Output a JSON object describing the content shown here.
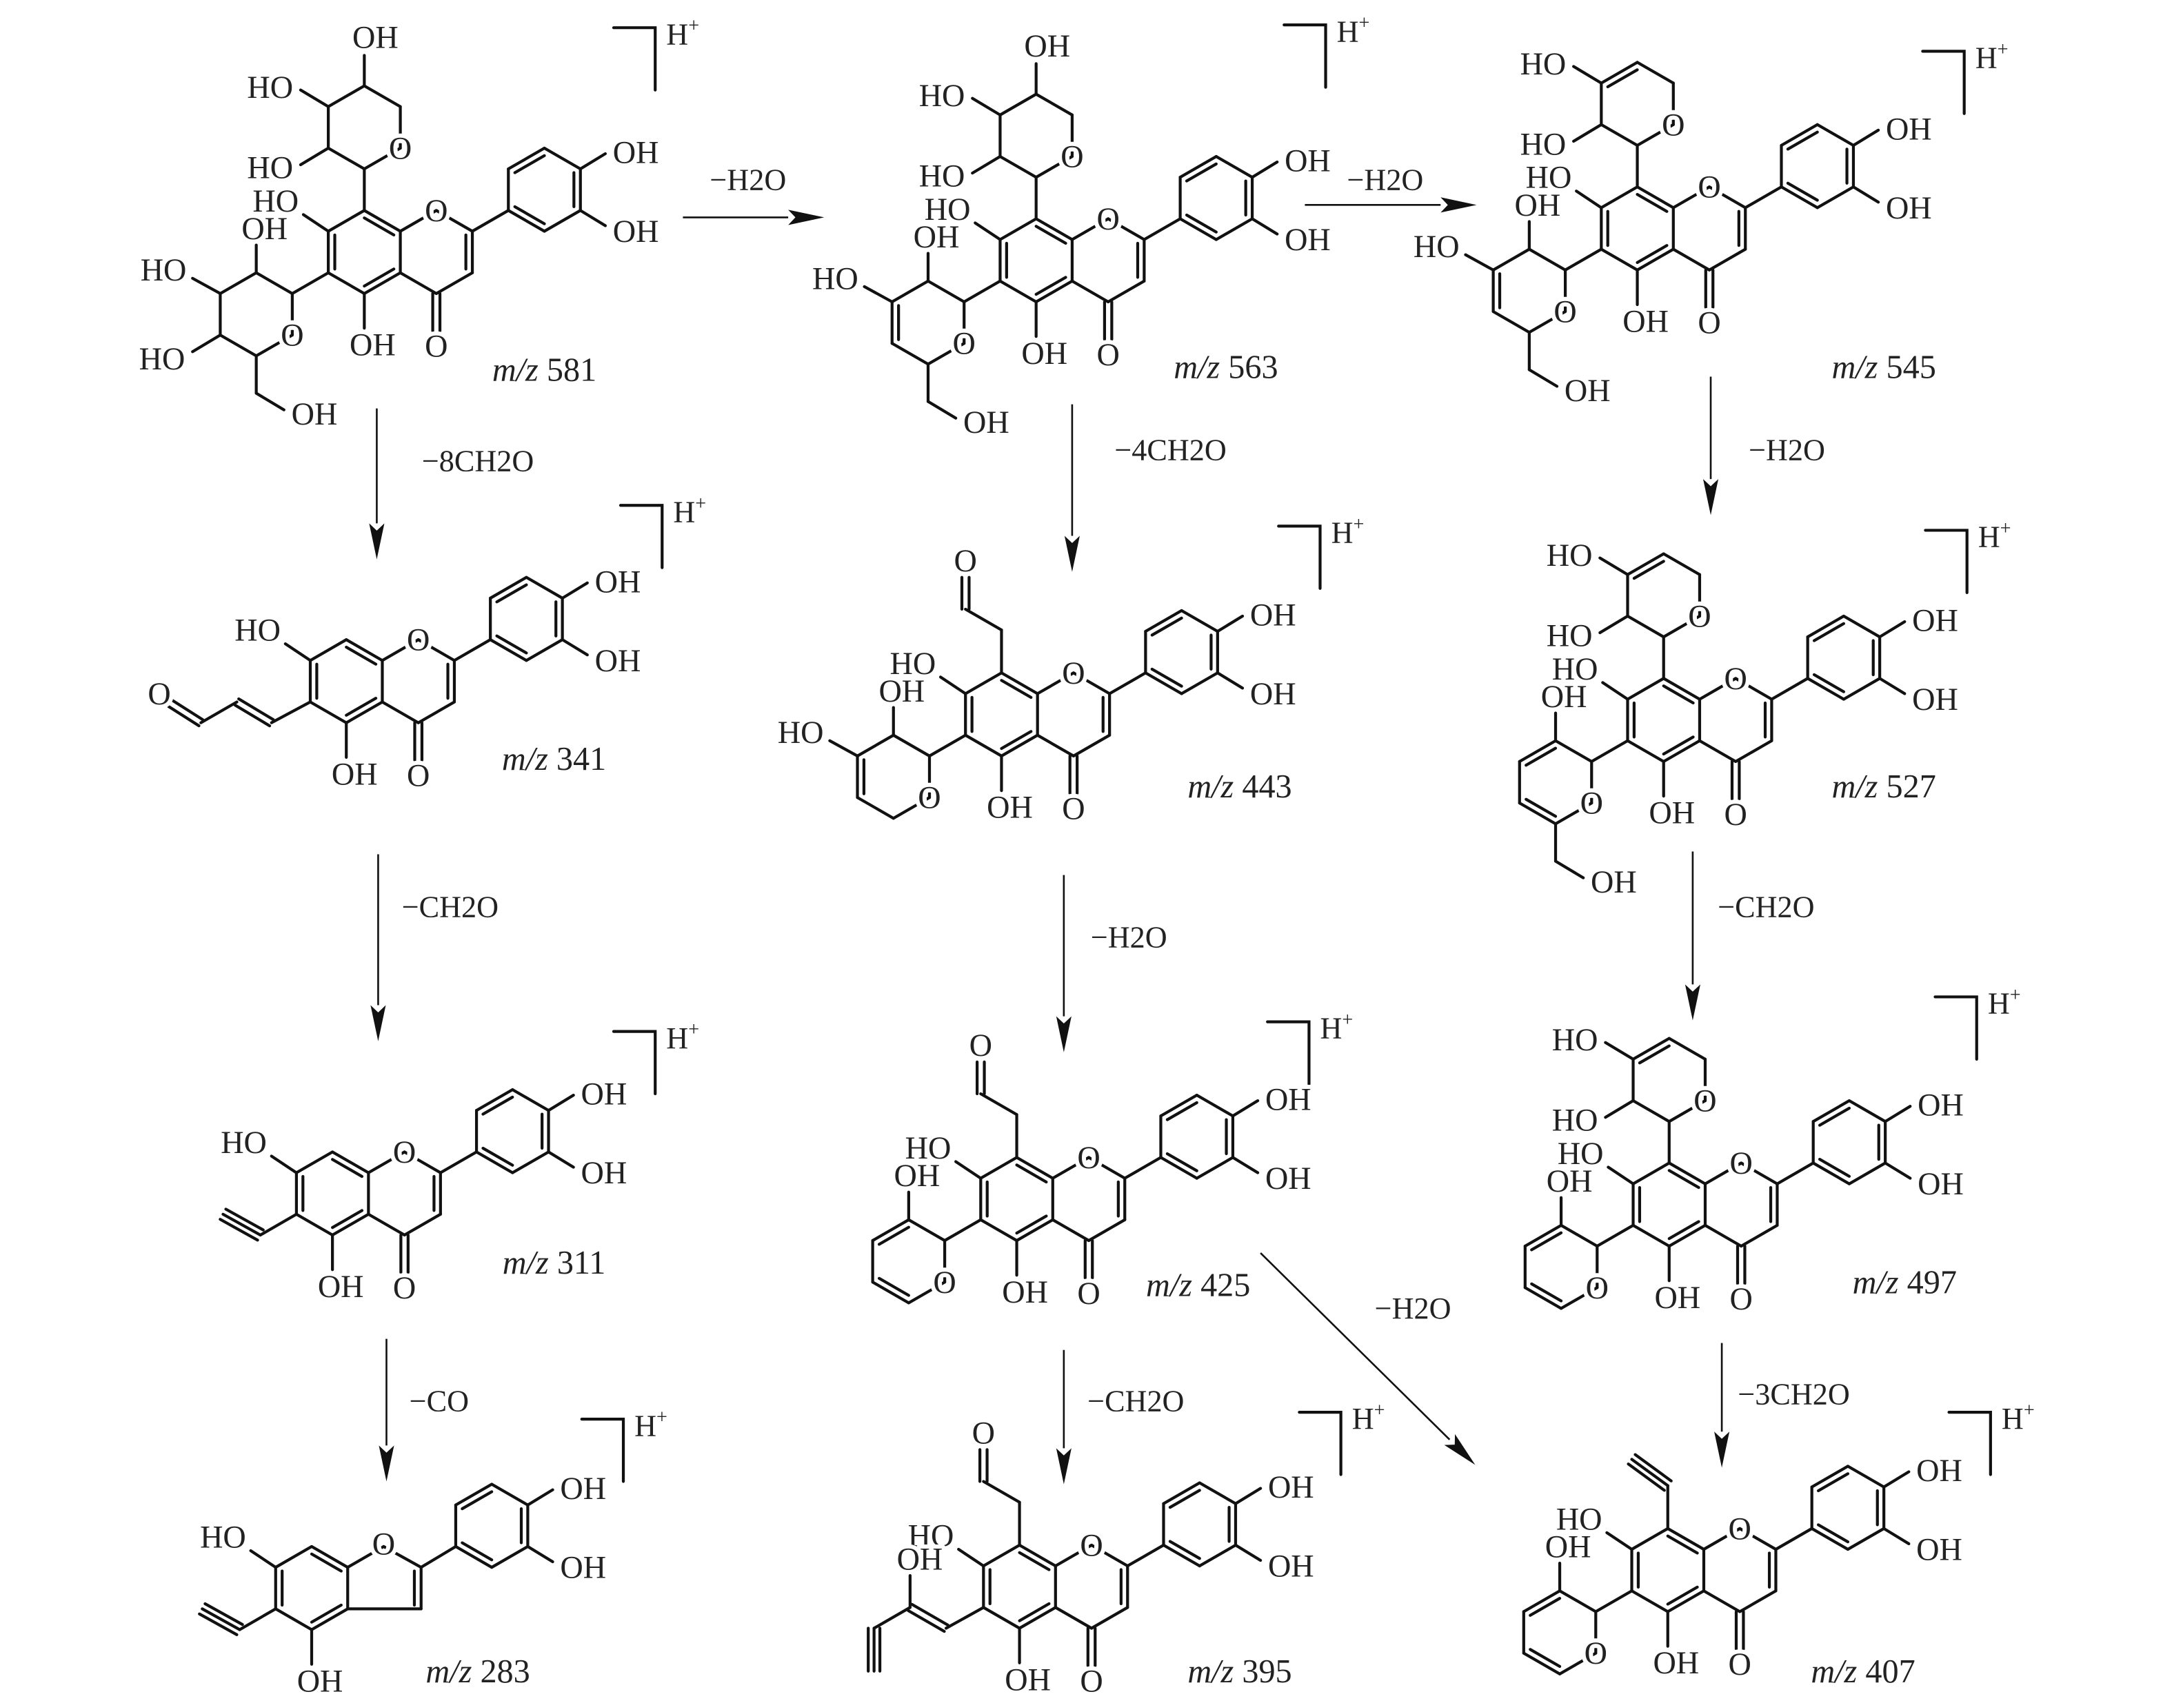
{
  "title": "Proposed fragmentation pathway of the [M+H]+ ion",
  "mz_prefix": "m/z",
  "ion": {
    "symbol": "H",
    "charge": "+"
  },
  "atoms": {
    "OH": "OH",
    "HO": "HO",
    "O": "O"
  },
  "compounds": [
    {
      "id": "c581",
      "mz": "581"
    },
    {
      "id": "c563",
      "mz": "563"
    },
    {
      "id": "c545",
      "mz": "545"
    },
    {
      "id": "c341",
      "mz": "341"
    },
    {
      "id": "c443",
      "mz": "443"
    },
    {
      "id": "c527",
      "mz": "527"
    },
    {
      "id": "c311",
      "mz": "311"
    },
    {
      "id": "c425",
      "mz": "425"
    },
    {
      "id": "c497",
      "mz": "497"
    },
    {
      "id": "c283",
      "mz": "283"
    },
    {
      "id": "c395",
      "mz": "395"
    },
    {
      "id": "c407",
      "mz": "407"
    }
  ],
  "reactions": [
    {
      "from": "581",
      "to": "563",
      "loss": "−H2O"
    },
    {
      "from": "563",
      "to": "545",
      "loss": "−H2O"
    },
    {
      "from": "581",
      "to": "341",
      "loss": "−8CH2O"
    },
    {
      "from": "563",
      "to": "443",
      "loss": "−4CH2O"
    },
    {
      "from": "545",
      "to": "527",
      "loss": "−H2O"
    },
    {
      "from": "341",
      "to": "311",
      "loss": "−CH2O"
    },
    {
      "from": "443",
      "to": "425",
      "loss": "−H2O"
    },
    {
      "from": "527",
      "to": "497",
      "loss": "−CH2O"
    },
    {
      "from": "311",
      "to": "283",
      "loss": "−CO"
    },
    {
      "from": "425",
      "to": "395",
      "loss": "−CH2O"
    },
    {
      "from": "425",
      "to": "407",
      "loss": "−H2O"
    },
    {
      "from": "497",
      "to": "407",
      "loss": "−3CH2O"
    }
  ]
}
